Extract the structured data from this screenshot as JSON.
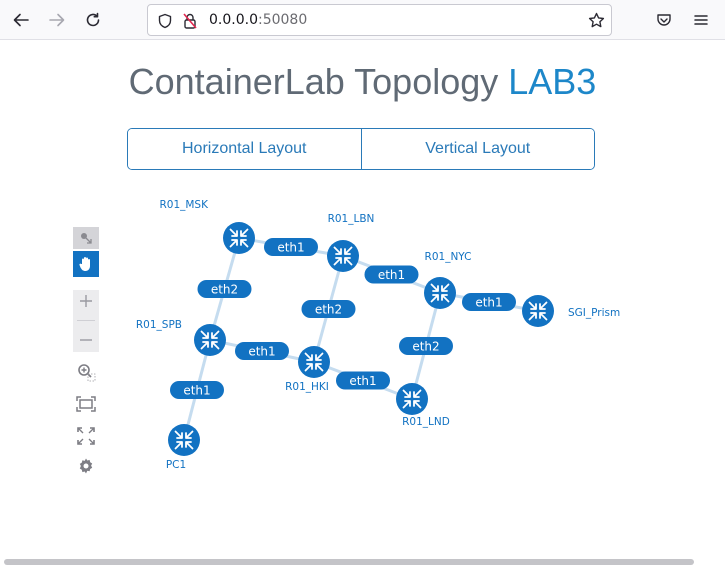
{
  "browser": {
    "url_host": "0.0.0.0",
    "url_port": ":50080"
  },
  "page": {
    "title_main": "ContainerLab Topology ",
    "title_lab": "LAB3",
    "layout_buttons": [
      "Horizontal Layout",
      "Vertical Layout"
    ]
  },
  "topology": {
    "nodes": [
      {
        "id": "R01_MSK",
        "label": "R01_MSK"
      },
      {
        "id": "R01_LBN",
        "label": "R01_LBN"
      },
      {
        "id": "R01_NYC",
        "label": "R01_NYC"
      },
      {
        "id": "SGI_Prism",
        "label": "SGI_Prism"
      },
      {
        "id": "R01_SPB",
        "label": "R01_SPB"
      },
      {
        "id": "R01_HKI",
        "label": "R01_HKI"
      },
      {
        "id": "R01_LND",
        "label": "R01_LND"
      },
      {
        "id": "PC1",
        "label": "PC1"
      }
    ],
    "links": [
      {
        "from": "R01_MSK",
        "to": "R01_LBN",
        "label": "eth1"
      },
      {
        "from": "R01_LBN",
        "to": "R01_NYC",
        "label": "eth1"
      },
      {
        "from": "R01_NYC",
        "to": "SGI_Prism",
        "label": "eth1"
      },
      {
        "from": "R01_MSK",
        "to": "R01_SPB",
        "label": "eth2"
      },
      {
        "from": "R01_LBN",
        "to": "R01_HKI",
        "label": "eth2"
      },
      {
        "from": "R01_NYC",
        "to": "R01_LND",
        "label": "eth2"
      },
      {
        "from": "R01_SPB",
        "to": "R01_HKI",
        "label": "eth1"
      },
      {
        "from": "R01_HKI",
        "to": "R01_LND",
        "label": "eth1"
      },
      {
        "from": "R01_SPB",
        "to": "PC1",
        "label": "eth1"
      }
    ]
  },
  "colors": {
    "node_fill": "#1272c2",
    "link_label_fill": "#1272c2",
    "link_line": "#c5dcef",
    "accent": "#1d87c9",
    "node_label": "#1272c2"
  },
  "icons": {
    "back": "arrow-left-icon",
    "forward": "arrow-right-icon",
    "reload": "reload-icon",
    "shield": "shield-icon",
    "lock": "insecure-lock-icon",
    "bookmark": "star-icon",
    "pocket": "pocket-icon",
    "menu": "hamburger-menu-icon"
  }
}
